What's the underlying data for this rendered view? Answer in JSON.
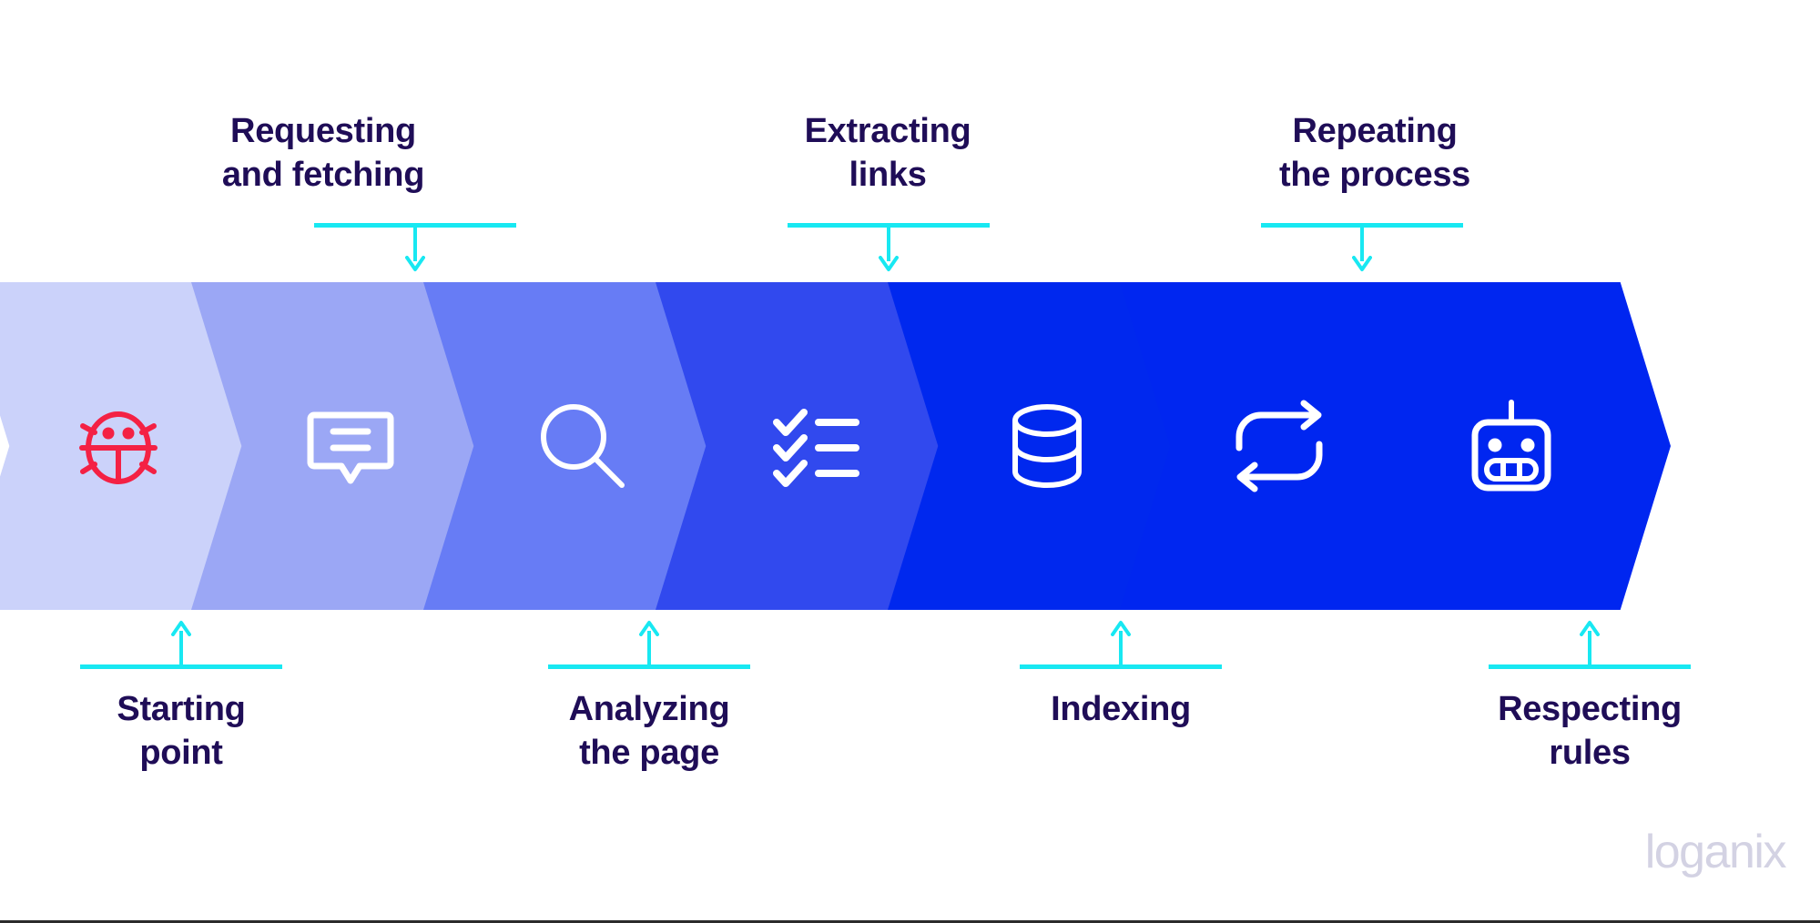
{
  "brand": {
    "name": "loganix",
    "color": "#D3D2E3"
  },
  "theme": {
    "label_color": "#1F0D57",
    "connector_color": "#18E8F2",
    "background": "#FFFFFF",
    "bug_icon_color": "#F42144",
    "icon_stroke": "#FFFFFF"
  },
  "diagram": {
    "type": "process-flow-chevrons",
    "step_count": 7,
    "steps": [
      {
        "index": 1,
        "label": "Starting\npoint",
        "label_position": "bottom",
        "icon": "bug-icon",
        "icon_color": "#F42144",
        "chevron_color": "#CBD2FA"
      },
      {
        "index": 2,
        "label": "Requesting\nand fetching",
        "label_position": "top",
        "icon": "speech-bubble-icon",
        "icon_color": "#FFFFFF",
        "chevron_color": "#9BA7F5"
      },
      {
        "index": 3,
        "label": "Analyzing\nthe page",
        "label_position": "bottom",
        "icon": "magnifier-icon",
        "icon_color": "#FFFFFF",
        "chevron_color": "#677CF5"
      },
      {
        "index": 4,
        "label": "Extracting\nlinks",
        "label_position": "top",
        "icon": "checklist-icon",
        "icon_color": "#FFFFFF",
        "chevron_color": "#3149EE"
      },
      {
        "index": 5,
        "label": "Indexing",
        "label_position": "bottom",
        "icon": "database-icon",
        "icon_color": "#FFFFFF",
        "chevron_color": "#0028EE"
      },
      {
        "index": 6,
        "label": "Repeating\nthe process",
        "label_position": "top",
        "icon": "repeat-icon",
        "icon_color": "#FFFFFF",
        "chevron_color": "#0026F0"
      },
      {
        "index": 7,
        "label": "Respecting\nrules",
        "label_position": "bottom",
        "icon": "robot-icon",
        "icon_color": "#FFFFFF",
        "chevron_color": "#0026F0"
      }
    ]
  }
}
